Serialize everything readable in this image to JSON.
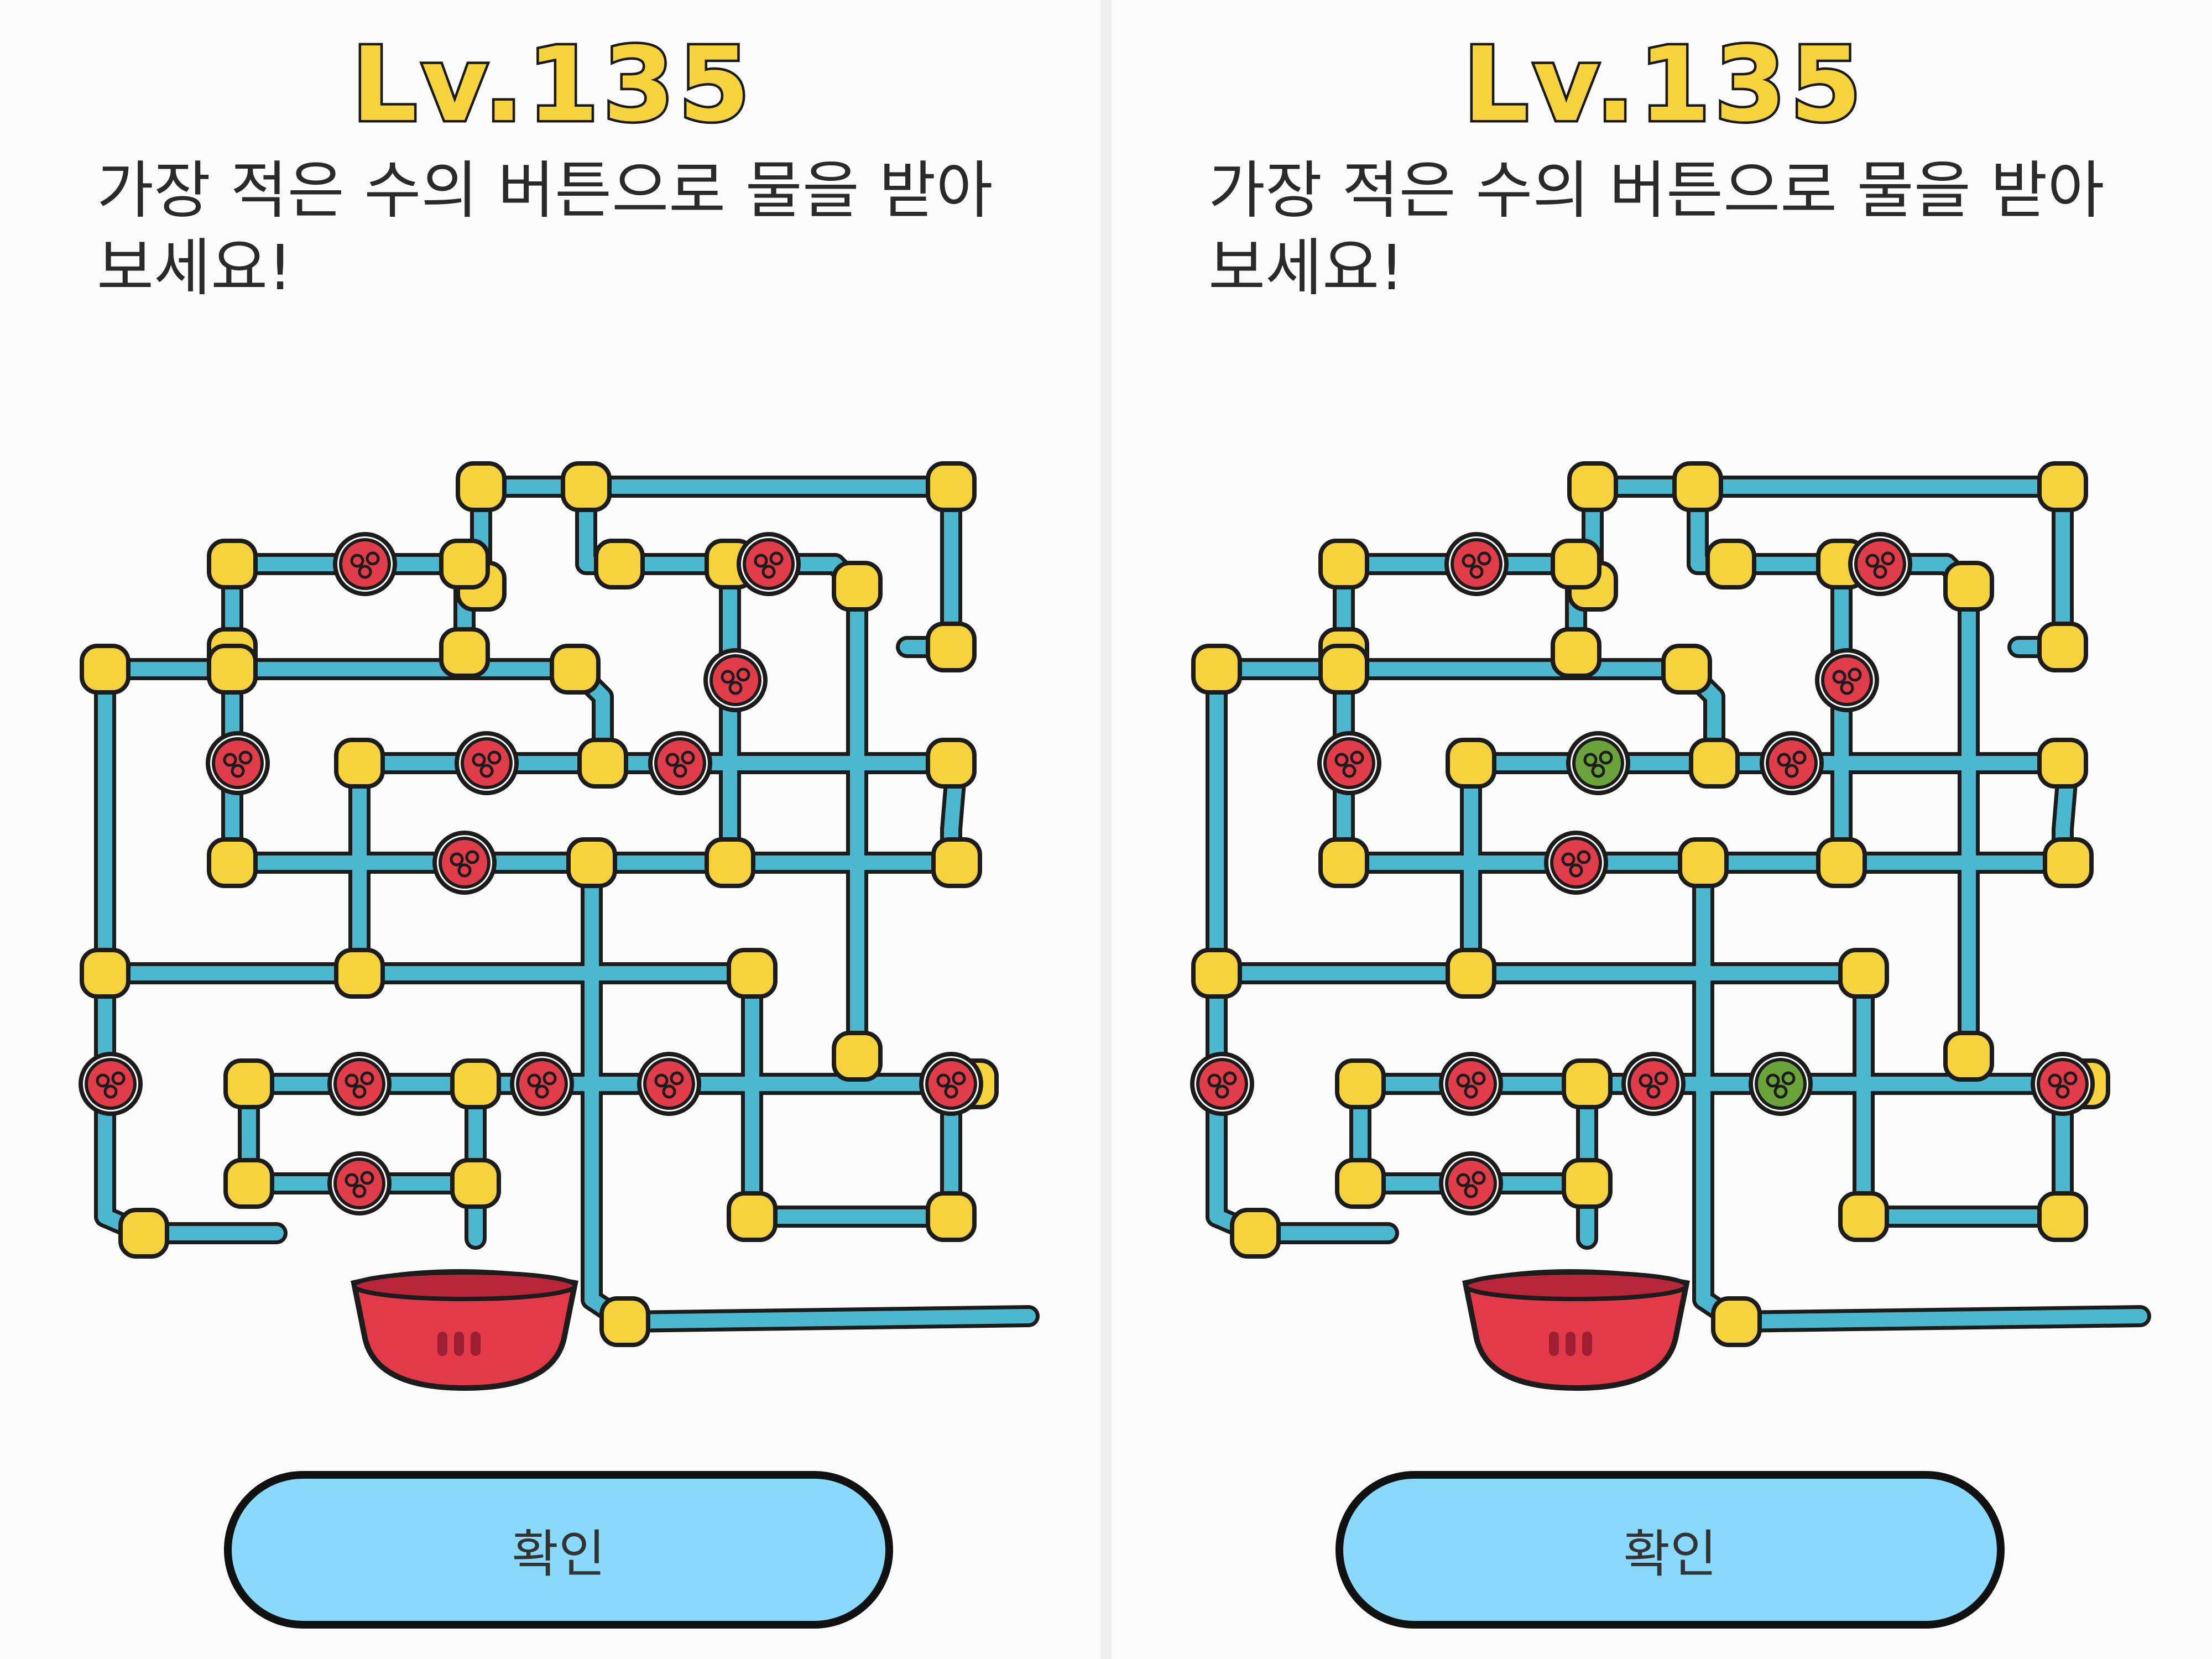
{
  "colors": {
    "pipe": "#4bb8cf",
    "joint": "#f6d23c",
    "button_off": "#e03c4a",
    "button_on": "#6aa33a",
    "bowl": "#e23a48",
    "confirm_bg": "#88d9fb"
  },
  "panels": [
    {
      "level": "Lv.135",
      "instruction_line1": "가장 적은 수의 버튼으로 물을 받아",
      "instruction_line2": "보세요!",
      "confirm_label": "확인",
      "button_states": [
        "red",
        "red",
        "red",
        "red",
        "red",
        "red",
        "red",
        "red",
        "red",
        "red",
        "red",
        "red",
        "red"
      ]
    },
    {
      "level": "Lv.135",
      "instruction_line1": "가장 적은 수의 버튼으로 물을 받아",
      "instruction_line2": "보세요!",
      "confirm_label": "확인",
      "button_states": [
        "red",
        "red",
        "red",
        "green",
        "red",
        "red",
        "red",
        "red",
        "red",
        "red",
        "green",
        "red",
        "red"
      ]
    }
  ]
}
